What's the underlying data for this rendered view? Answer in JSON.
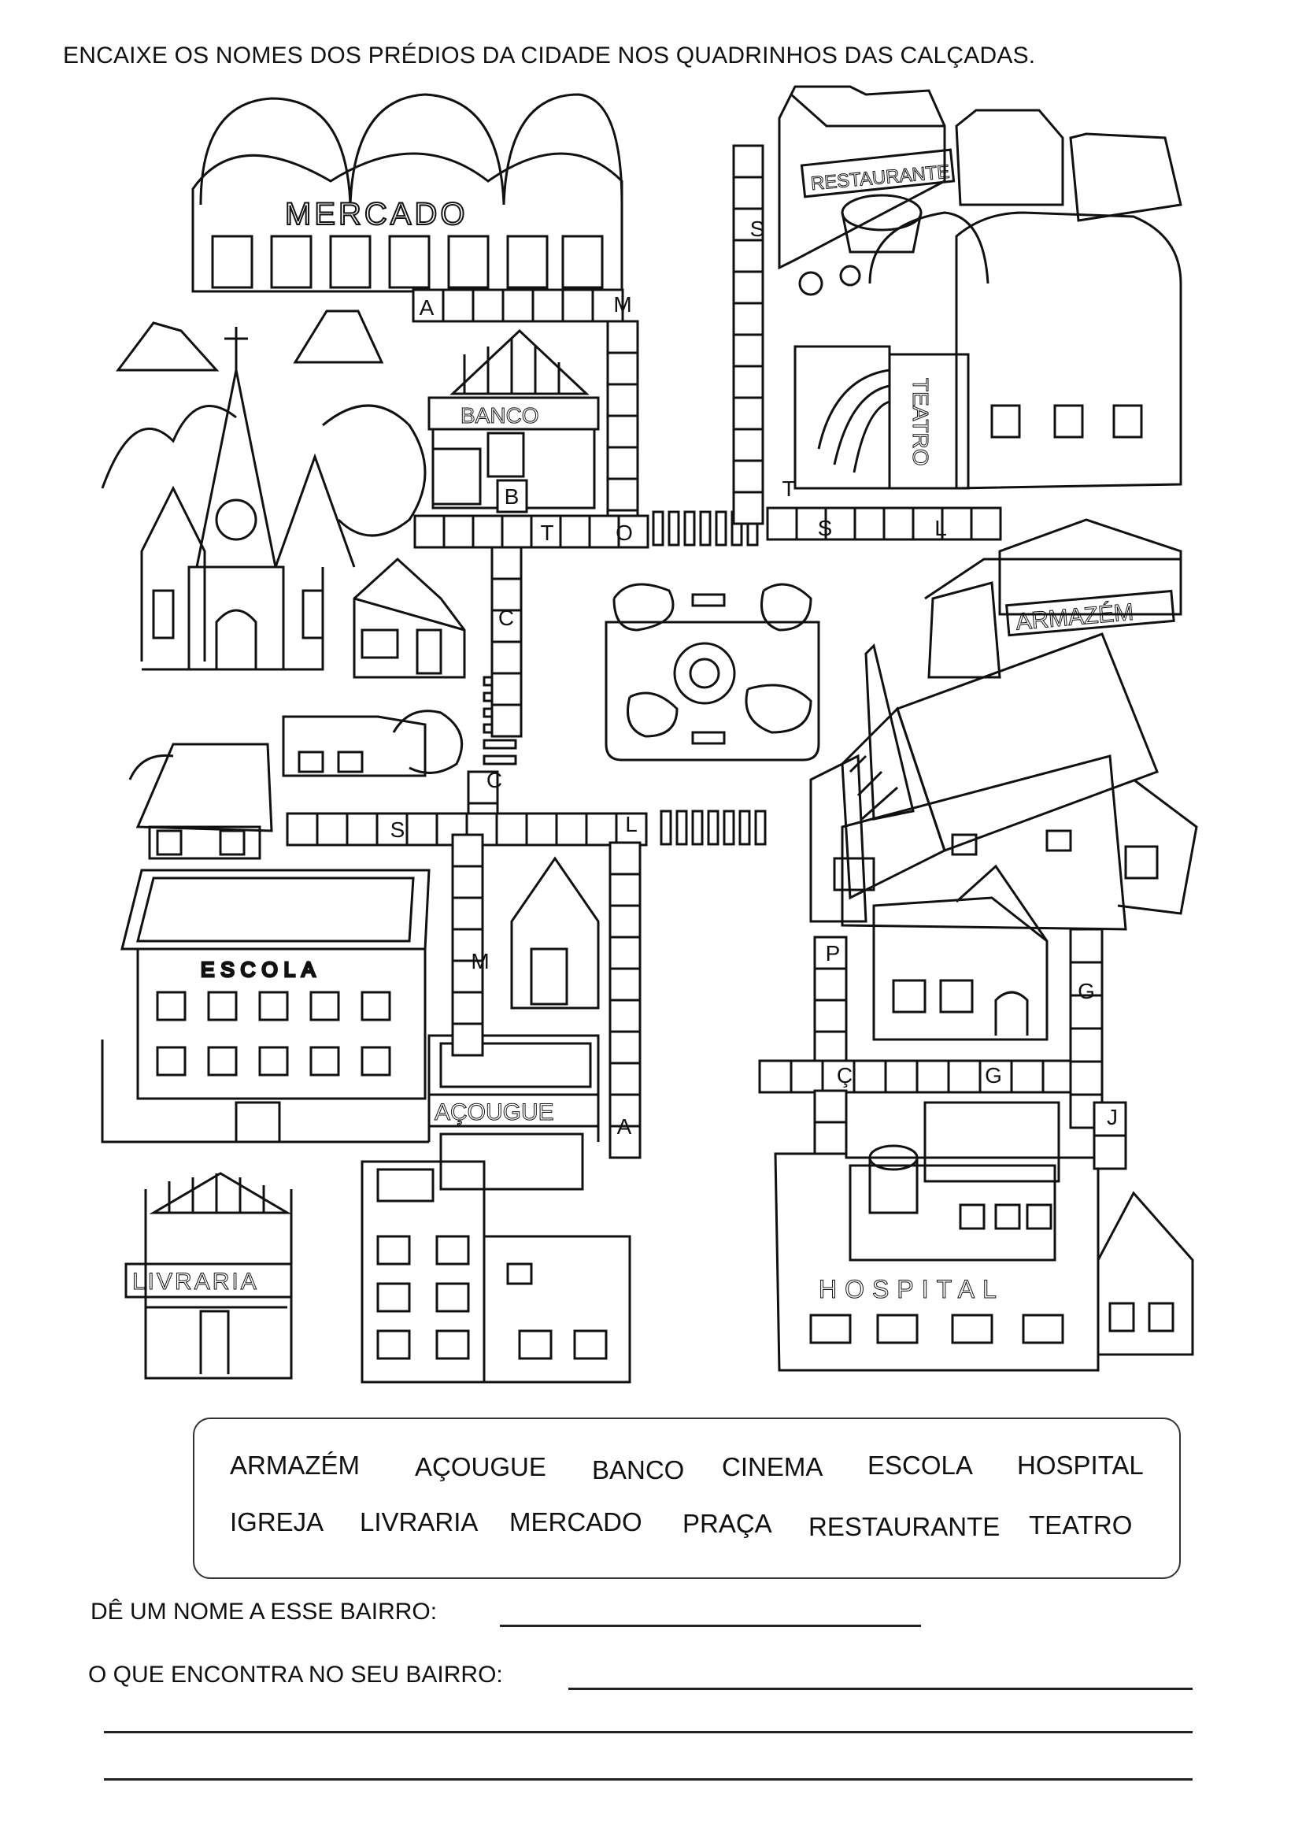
{
  "instruction": "ENCAIXE OS NOMES DOS PRÉDIOS DA CIDADE NOS QUADRINHOS DAS CALÇADAS.",
  "building_signs": {
    "mercado": "MERCADO",
    "restaurante": "RESTAURANTE",
    "banco": "BANCO",
    "teatro": "TEATRO",
    "armazem": "ARMAZÉM",
    "escola": "ESCOLA",
    "acougue": "AÇOUGUE",
    "livraria": "LIVRARIA",
    "hospital": "HOSPITAL"
  },
  "word_bank": [
    "ARMAZÉM",
    "AÇOUGUE",
    "BANCO",
    "CINEMA",
    "ESCOLA",
    "HOSPITAL",
    "IGREJA",
    "LIVRARIA",
    "MERCADO",
    "PRAÇA",
    "RESTAURANTE",
    "TEATRO"
  ],
  "questions": {
    "q1": "DÊ UM NOME A ESSE BAIRRO:",
    "q2": "O QUE ENCONTRA NO SEU BAIRRO:"
  },
  "grid_letters": {
    "mercado_first": "A",
    "mercado_last": "M",
    "banco_first": "B",
    "banco_3": "T",
    "banco_5": "O",
    "cinema_first": "C",
    "cinema_second": "C",
    "restaurante_s": "S",
    "restaurante_t": "T",
    "teatro_s": "S",
    "teatro_l": "L",
    "escola_s": "S",
    "escola_l": "L",
    "escola_m": "M",
    "acougue_a": "A",
    "praca_p": "P",
    "praca_c": "Ç",
    "praca_g": "G",
    "igreja_g": "G",
    "igreja_j": "J"
  }
}
